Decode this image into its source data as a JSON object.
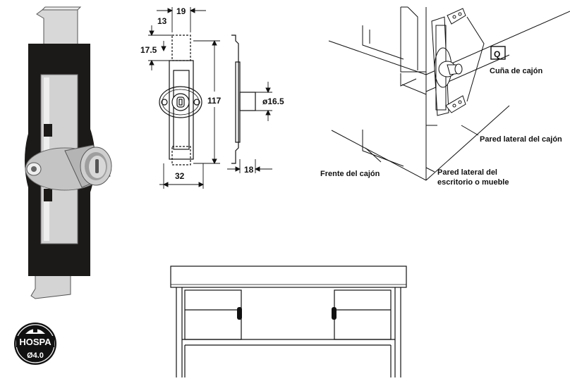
{
  "dimensions": {
    "width_top": "19",
    "height_top": "13",
    "offset": "17.5",
    "height_total": "117",
    "diameter": "ø16.5",
    "width_bottom": "32",
    "depth": "18"
  },
  "labels": {
    "wedge_letter": "Q",
    "wedge_caption": "Cuña de cajón",
    "side_wall_drawer": "Pared lateral del cajón",
    "drawer_front": "Frente del cajón",
    "side_wall_desk_1": "Pared lateral del",
    "side_wall_desk_2": "escritorio o mueble"
  },
  "badge": {
    "brand": "HOSPA",
    "size": "Ø4.0"
  },
  "colors": {
    "ink": "#111111",
    "lock_body": "#1c1a18",
    "metal": "#cfcfcf",
    "metal_dark": "#8a8a8a",
    "cylinder": "#b8b8b8"
  }
}
